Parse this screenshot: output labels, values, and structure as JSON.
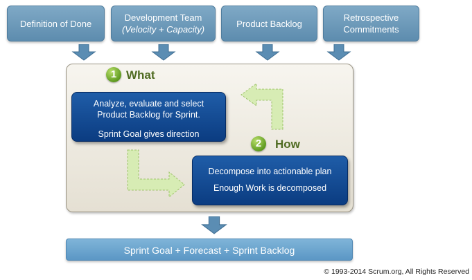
{
  "inputs": [
    {
      "label": "Definition of Done",
      "sub": ""
    },
    {
      "label": "Development Team",
      "sub": "(Velocity + Capacity)"
    },
    {
      "label": "Product Backlog",
      "sub": ""
    },
    {
      "label": "Retrospective Commitments",
      "sub": ""
    }
  ],
  "steps": {
    "what": {
      "number": "1",
      "label": "What",
      "lines": [
        "Analyze, evaluate and select",
        "Product Backlog for Sprint.",
        "Sprint Goal gives direction"
      ]
    },
    "how": {
      "number": "2",
      "label": "How",
      "lines": [
        "Decompose into actionable plan",
        "Enough Work is decomposed"
      ]
    }
  },
  "output": {
    "label": "Sprint Goal + Forecast + Sprint Backlog"
  },
  "copyright": "© 1993-2014 Scrum.org, All Rights Reserved",
  "colors": {
    "input_box": "#6b99bb",
    "down_arrow": "#5b8db3",
    "panel": "#efece3",
    "blue_box": "#124a93",
    "step_circle": "#7cb342",
    "step_label": "#4f6b21",
    "flow_arrow": "#d7ecb4",
    "output_box": "#6aa6d0"
  }
}
